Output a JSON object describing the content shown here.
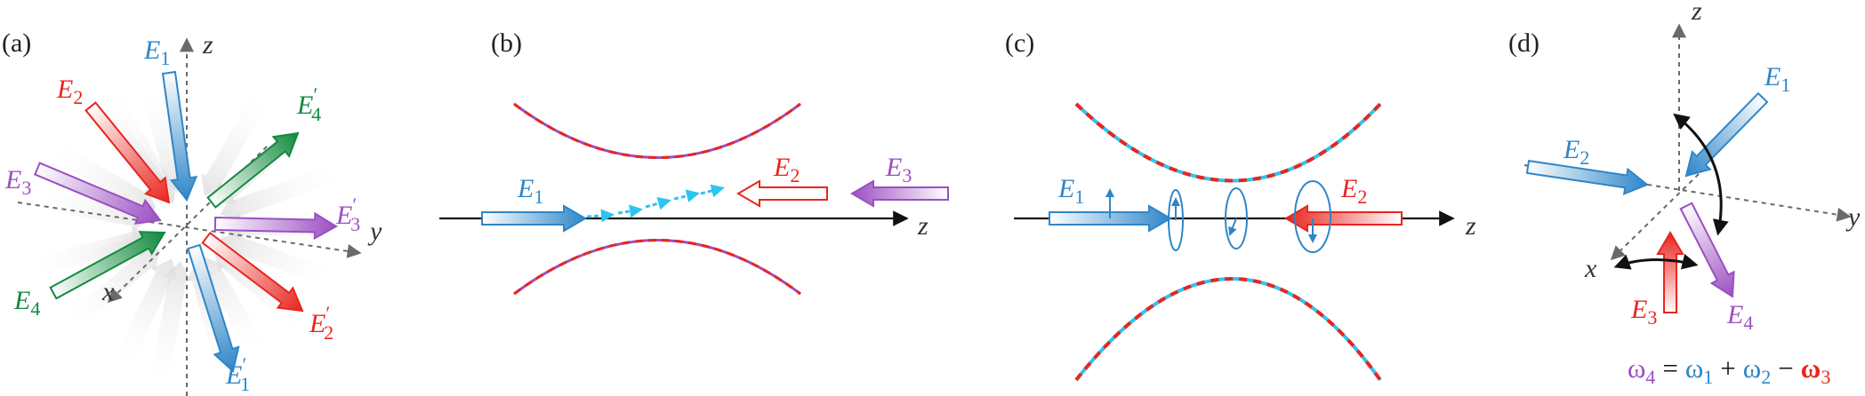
{
  "colors": {
    "blue": "#2E86C8",
    "red": "#E8251F",
    "purple": "#9B4FC2",
    "green": "#128A3E",
    "cyan": "#2EC4F0",
    "gray": "#5a5a5a",
    "black": "#111111"
  },
  "panel_a": {
    "label": "(a)",
    "axes": {
      "z": "z",
      "y": "y",
      "x": "x"
    },
    "fields": {
      "E1": {
        "base": "E",
        "sub": "1",
        "prime": ""
      },
      "E2": {
        "base": "E",
        "sub": "2",
        "prime": ""
      },
      "E3": {
        "base": "E",
        "sub": "3",
        "prime": ""
      },
      "E4": {
        "base": "E",
        "sub": "4",
        "prime": ""
      },
      "E1p": {
        "base": "E",
        "sub": "1",
        "prime": "′"
      },
      "E2p": {
        "base": "E",
        "sub": "2",
        "prime": "′"
      },
      "E3p": {
        "base": "E",
        "sub": "3",
        "prime": "′"
      },
      "E4p": {
        "base": "E",
        "sub": "4",
        "prime": "′"
      }
    }
  },
  "panel_b": {
    "label": "(b)",
    "axis": "z",
    "fields": {
      "E1": {
        "base": "E",
        "sub": "1"
      },
      "E2": {
        "base": "E",
        "sub": "2"
      },
      "E3": {
        "base": "E",
        "sub": "3"
      }
    }
  },
  "panel_c": {
    "label": "(c)",
    "axis": "z",
    "fields": {
      "E1": {
        "base": "E",
        "sub": "1"
      },
      "E2": {
        "base": "E",
        "sub": "2"
      }
    }
  },
  "panel_d": {
    "label": "(d)",
    "axes": {
      "z": "z",
      "y": "y",
      "x": "x"
    },
    "fields": {
      "E1": {
        "base": "E",
        "sub": "1"
      },
      "E2": {
        "base": "E",
        "sub": "2"
      },
      "E3": {
        "base": "E",
        "sub": "3"
      },
      "E4": {
        "base": "E",
        "sub": "4"
      }
    },
    "equation": {
      "w4": {
        "sym": "ω",
        "sub": "4"
      },
      "eq": "=",
      "w1": {
        "sym": "ω",
        "sub": "1"
      },
      "plus": "+",
      "w2": {
        "sym": "ω",
        "sub": "2"
      },
      "minus": "−",
      "w3": {
        "sym": "ω",
        "sub": "3"
      }
    }
  }
}
